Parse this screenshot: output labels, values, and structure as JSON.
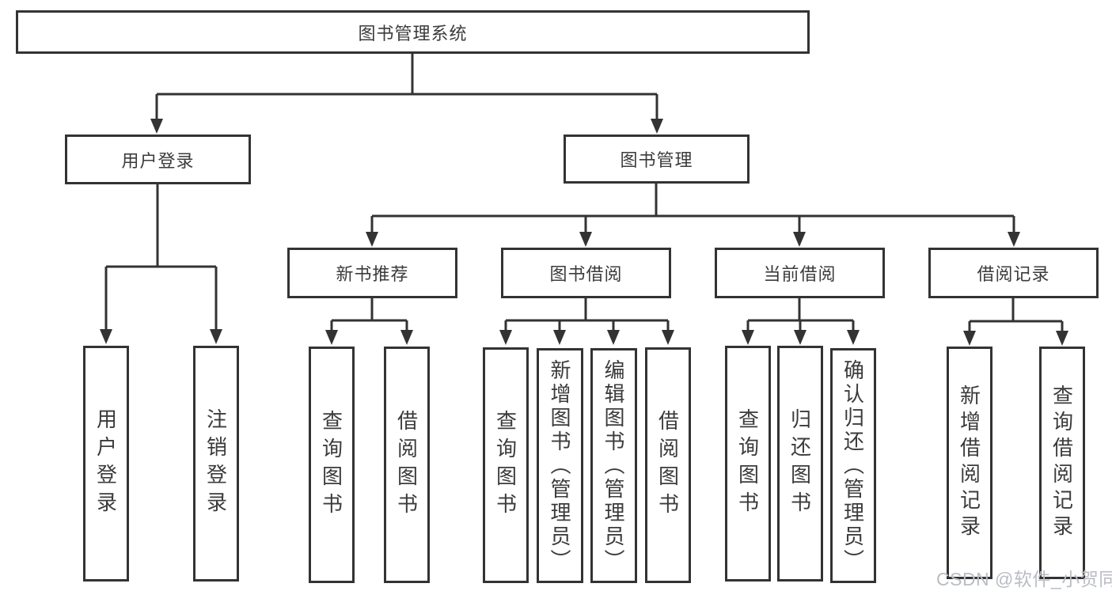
{
  "diagram": {
    "root": {
      "label": "图书管理系统"
    },
    "level2": [
      {
        "label": "用户登录"
      },
      {
        "label": "图书管理"
      }
    ],
    "level3": [
      {
        "label": "新书推荐"
      },
      {
        "label": "图书借阅"
      },
      {
        "label": "当前借阅"
      },
      {
        "label": "借阅记录"
      }
    ],
    "leaves": [
      {
        "label": "用户登录"
      },
      {
        "label": "注销登录"
      },
      {
        "label": "查询图书"
      },
      {
        "label": "借阅图书"
      },
      {
        "label": "查询图书"
      },
      {
        "label": "新增图书（管理员）"
      },
      {
        "label": "编辑图书（管理员）"
      },
      {
        "label": "借阅图书"
      },
      {
        "label": "查询图书"
      },
      {
        "label": "归还图书"
      },
      {
        "label": "确认归还（管理员）"
      },
      {
        "label": "新增借阅记录"
      },
      {
        "label": "查询借阅记录"
      }
    ]
  },
  "watermark": {
    "text": "CSDN @软件_小贺同学"
  },
  "colors": {
    "line": "#333333",
    "text": "#3b3b3b",
    "box_background": "#ffffff",
    "watermark": "#b9bdc4"
  }
}
